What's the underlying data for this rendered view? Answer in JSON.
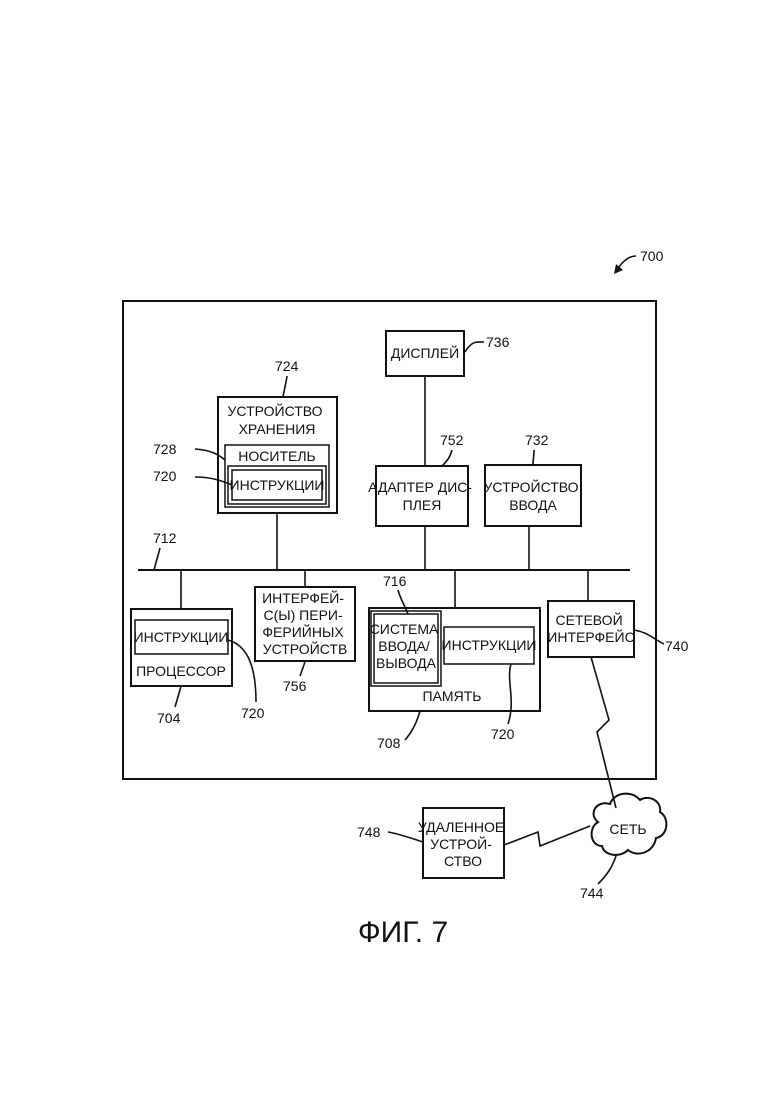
{
  "figure": {
    "ref": "700",
    "caption": "ФИГ. 7"
  },
  "blocks": {
    "display": {
      "label": [
        "ДИСПЛЕЙ"
      ],
      "ref": "736"
    },
    "storage": {
      "label": [
        "УСТРОЙСТВО",
        "ХРАНЕНИЯ"
      ],
      "ref": "724"
    },
    "medium": {
      "label": [
        "НОСИТЕЛЬ"
      ],
      "ref": "728"
    },
    "storage_instructions": {
      "label": [
        "ИНСТРУКЦИИ"
      ],
      "ref": "720"
    },
    "display_adapter": {
      "label": [
        "АДАПТЕР ДИС-",
        "ПЛЕЯ"
      ],
      "ref": "752"
    },
    "input_device": {
      "label": [
        "УСТРОЙСТВО",
        "ВВОДА"
      ],
      "ref": "732"
    },
    "bus": {
      "ref": "712"
    },
    "processor": {
      "label": [
        "ПРОЦЕССОР"
      ],
      "ref": "704"
    },
    "processor_instructions": {
      "label": [
        "ИНСТРУКЦИИ"
      ],
      "ref": "720"
    },
    "peripheral_interface": {
      "label": [
        "ИНТЕРФЕЙ-",
        "С(Ы) ПЕРИ-",
        "ФЕРИЙНЫХ",
        "УСТРОЙСТВ"
      ],
      "ref": "756"
    },
    "memory": {
      "label": [
        "ПАМЯТЬ"
      ],
      "ref": "708"
    },
    "io_system": {
      "label": [
        "СИСТЕМА",
        "ВВОДА/",
        "ВЫВОДА"
      ],
      "ref": "716"
    },
    "memory_instructions": {
      "label": [
        "ИНСТРУКЦИИ"
      ],
      "ref": "720"
    },
    "network_interface": {
      "label": [
        "СЕТЕВОЙ",
        "ИНТЕРФЕЙС"
      ],
      "ref": "740"
    },
    "network": {
      "label": [
        "СЕТЬ"
      ],
      "ref": "744"
    },
    "remote_device": {
      "label": [
        "УДАЛЕННОЕ",
        "УСТРОЙ-",
        "СТВО"
      ],
      "ref": "748"
    }
  }
}
